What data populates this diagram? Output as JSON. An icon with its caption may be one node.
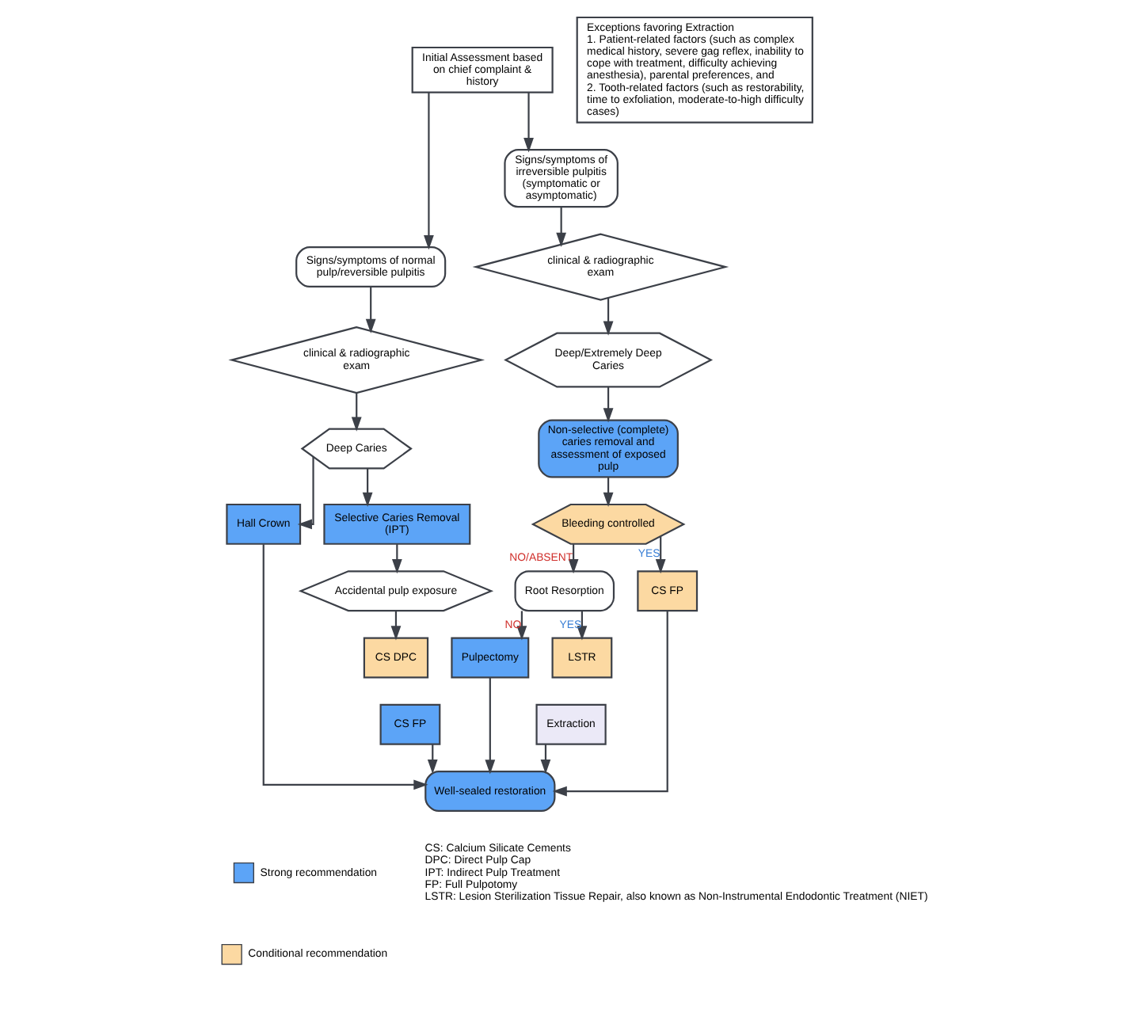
{
  "diagram": {
    "nodes": [
      {
        "text": [
          "Initial Assessment based on chief complaint & history"
        ]
      },
      {
        "text": [
          "Signs/symptoms of normal pulp/reversible pulpitis"
        ]
      },
      {
        "text": [
          "Signs/symptoms of irreversible pulpitis (symptomatic or asymptomatic)"
        ]
      },
      {
        "text": [
          "clinical & radiographic exam"
        ]
      },
      {
        "text": [
          "clinical & radiographic exam"
        ]
      },
      {
        "text": [
          "Deep Caries"
        ]
      },
      {
        "text": [
          "Deep/Extremely Deep Caries"
        ]
      },
      {
        "text": [
          "Non-selective (complete) caries removal and assessment of exposed pulp"
        ]
      },
      {
        "text": [
          "Hall Crown"
        ]
      },
      {
        "text": [
          "Selective Caries Removal (IPT)"
        ]
      },
      {
        "text": [
          "Accidental pulp exposure"
        ]
      },
      {
        "text": [
          "CS DPC"
        ]
      },
      {
        "text": [
          "CS FP"
        ]
      },
      {
        "text": [
          "Bleeding controlled"
        ]
      },
      {
        "text": [
          "Root Resorption"
        ]
      },
      {
        "text": [
          "CS FP"
        ]
      },
      {
        "text": [
          "Pulpectomy"
        ]
      },
      {
        "text": [
          "LSTR"
        ]
      },
      {
        "text": [
          "Extraction"
        ]
      },
      {
        "text": [
          "Well-sealed restoration"
        ]
      },
      {
        "text": [
          "Exceptions favoring Extraction",
          "1. Patient-related factors (such as complex medical history, severe gag reflex, inability to cope with treatment, difficulty achieving anesthesia), parental preferences, and",
          "2. Tooth-related factors (such as restorability, time to exfoliation, moderate-to-high difficulty cases)"
        ]
      }
    ],
    "edges": [
      {
        "from": 0,
        "to": 1,
        "arrow": "to"
      },
      {
        "from": 0,
        "to": 2,
        "arrow": "to"
      },
      {
        "from": 1,
        "to": 3,
        "arrow": "to"
      },
      {
        "from": 2,
        "to": 4,
        "arrow": "to"
      },
      {
        "from": 3,
        "to": 5,
        "arrow": "to"
      },
      {
        "from": 4,
        "to": 6,
        "arrow": "to"
      },
      {
        "from": 6,
        "to": 7,
        "arrow": "to"
      },
      {
        "from": 5,
        "to": 8,
        "arrow": "to"
      },
      {
        "from": 5,
        "to": 9,
        "arrow": "to"
      },
      {
        "from": 9,
        "to": 10,
        "arrow": "to"
      },
      {
        "from": 10,
        "to": 11,
        "arrow": "to"
      },
      {
        "from": 7,
        "to": 13,
        "arrow": "to"
      },
      {
        "from": 13,
        "to": 15,
        "arrow": "to",
        "label": "YES"
      },
      {
        "from": 13,
        "to": 14,
        "arrow": "to",
        "label": "NO/ABSENT"
      },
      {
        "from": 14,
        "to": 16,
        "arrow": "to",
        "label": "NO"
      },
      {
        "from": 14,
        "to": 17,
        "arrow": "to",
        "label": "YES"
      },
      {
        "from": 8,
        "to": 19,
        "arrow": "to"
      },
      {
        "from": 12,
        "to": 19,
        "arrow": "to"
      },
      {
        "from": 15,
        "to": 19,
        "arrow": "to"
      },
      {
        "from": 16,
        "to": 19,
        "arrow": "to"
      },
      {
        "from": 18,
        "to": 19,
        "arrow": "to"
      }
    ],
    "labels": [
      "CS: Calcium Silicate Cements",
      "DPC: Direct Pulp Cap",
      "IPT: Indirect Pulp Treatment",
      "FP: Full Pulpotomy",
      "LSTR: Lesion Sterilization Tissue Repair, also known as Non-Instrumental Endodontic Treatment (NIET)"
    ],
    "legend": [
      {
        "text": "Strong recommendation",
        "color": "#5ca4f7"
      },
      {
        "text": "Conditional recommendation",
        "color": "#fcd9a2"
      }
    ]
  }
}
